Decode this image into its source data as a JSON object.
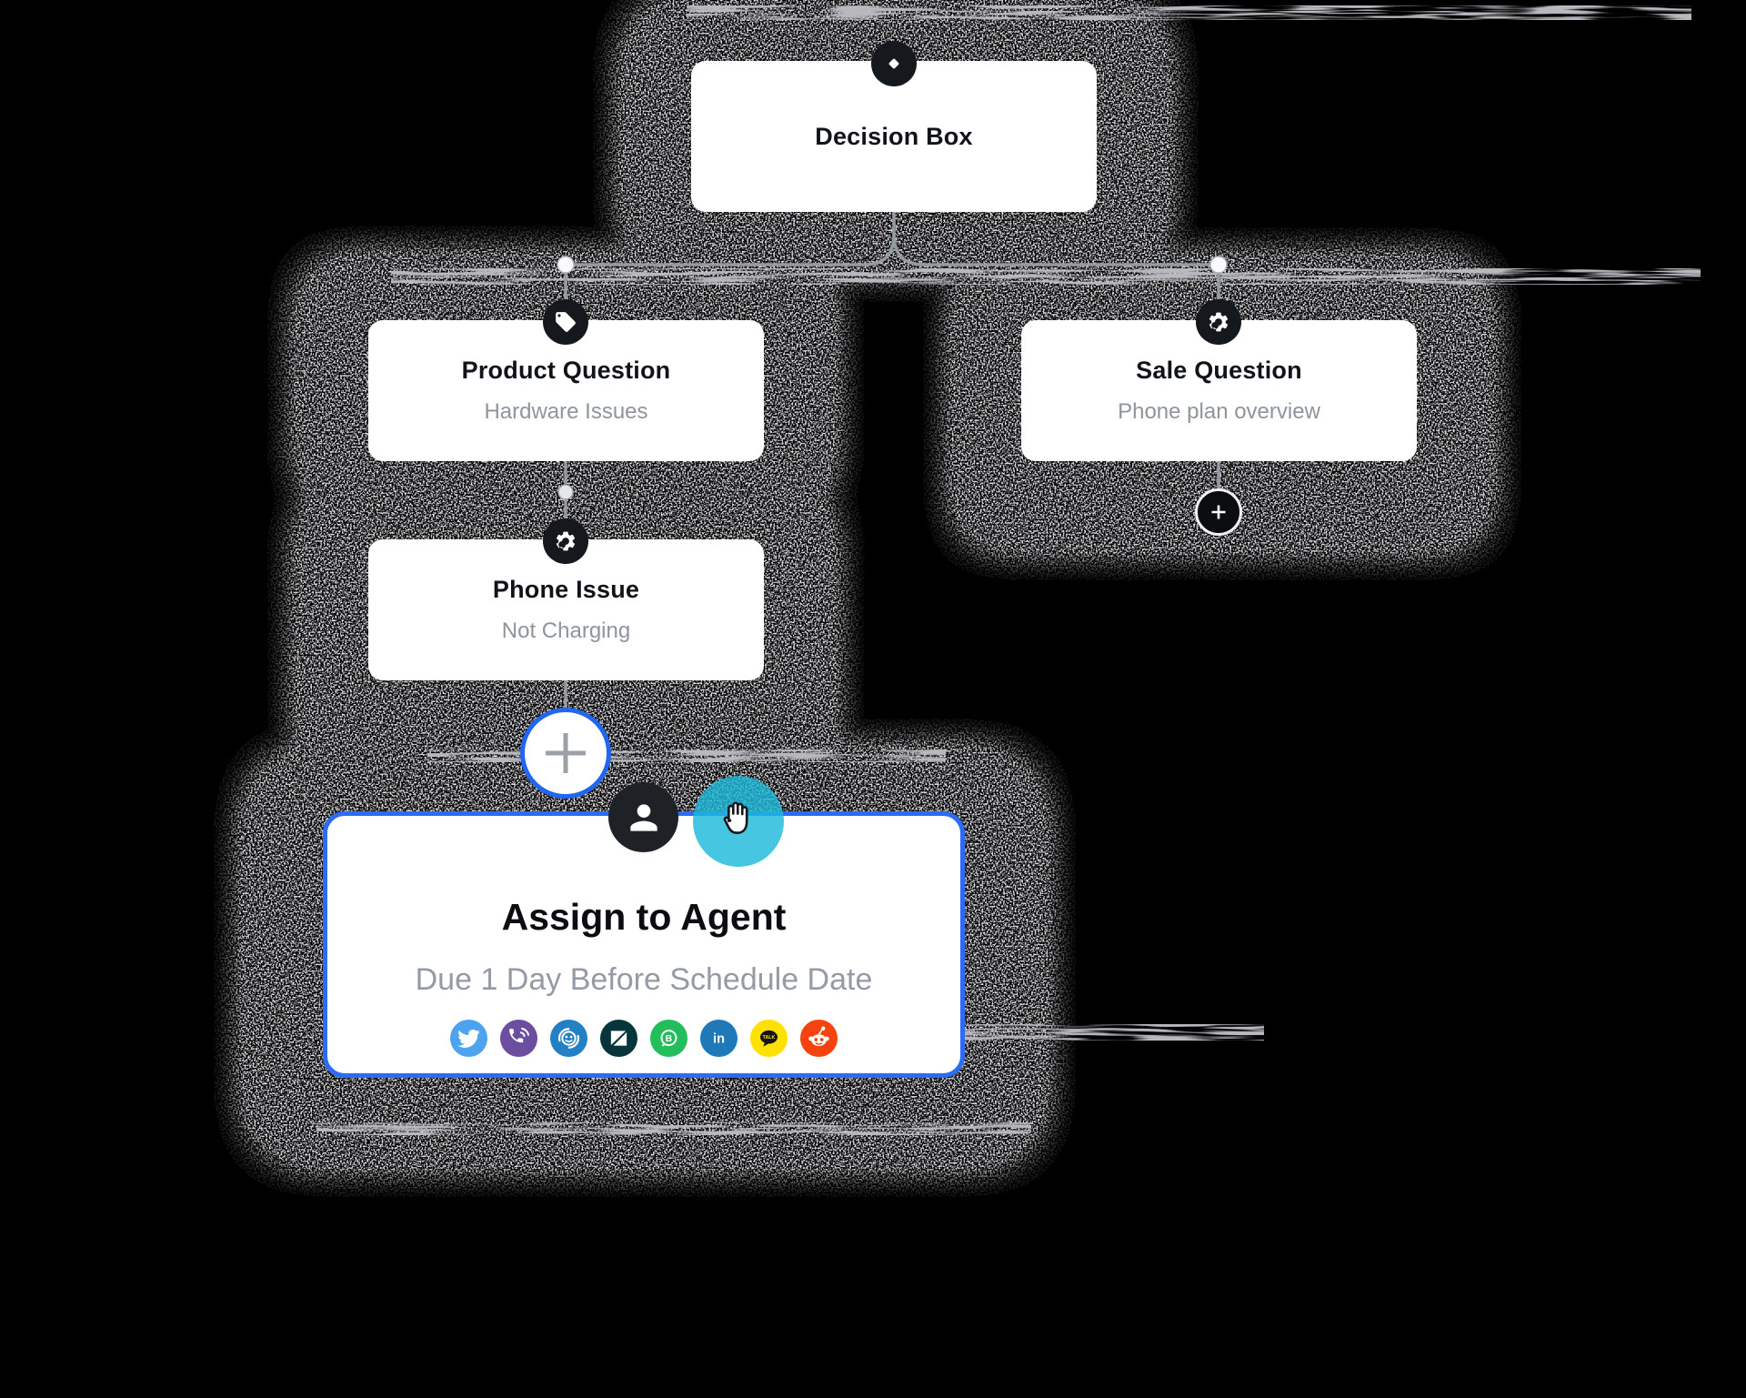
{
  "flow": {
    "decision": {
      "title": "Decision Box",
      "icon": "diamond-icon"
    },
    "product": {
      "title": "Product Question",
      "subtitle": "Hardware Issues",
      "icon": "tag-icon"
    },
    "sale": {
      "title": "Sale Question",
      "subtitle": "Phone plan overview",
      "icon": "gear-icon"
    },
    "phone": {
      "title": "Phone Issue",
      "subtitle": "Not Charging",
      "icon": "gear-icon"
    },
    "assign": {
      "title": "Assign to Agent",
      "subtitle": "Due 1 Day Before Schedule Date",
      "icon": "person-icon"
    }
  },
  "buttons": {
    "add_node_label": "+",
    "sale_add_label": "+"
  },
  "social_icons": [
    {
      "name": "twitter-icon",
      "color": "#4DA3EE"
    },
    {
      "name": "viber-icon",
      "color": "#6B4EA0"
    },
    {
      "name": "chat-smiley-icon",
      "color": "#2380C5"
    },
    {
      "name": "zendesk-icon",
      "color": "#06363C"
    },
    {
      "name": "whatsapp-business-icon",
      "color": "#23BD5C",
      "label": "B"
    },
    {
      "name": "linkedin-icon",
      "color": "#1F79B9",
      "label": "in"
    },
    {
      "name": "kakaotalk-icon",
      "color": "#FFE100",
      "label": "TALK"
    },
    {
      "name": "reddit-icon",
      "color": "#F5420E"
    }
  ],
  "colors": {
    "background": "#000000",
    "node_background": "#FFFFFF",
    "accent_blue_border": "#2B6CF6",
    "plus_ring_blue": "#2166F0",
    "cyan_cursor_circle": "#1EBADA",
    "badge_dark": "#15181D",
    "connector_gray": "#969BA2",
    "subtitle_gray": "#8E959D"
  }
}
